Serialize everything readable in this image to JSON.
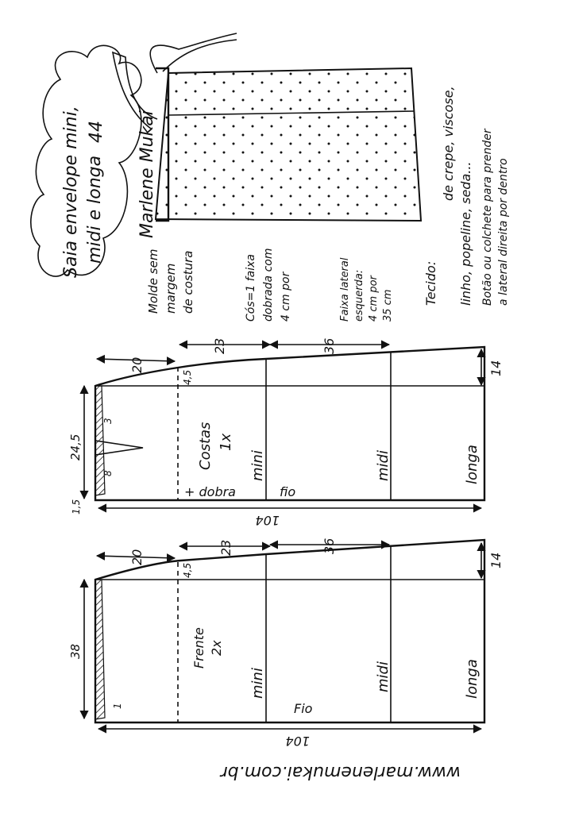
{
  "title": {
    "line1": "Saia envelope mini,",
    "line2": "midi e longa",
    "size": "44"
  },
  "signature": "Marlene Mukai",
  "notes": {
    "molde": [
      "Molde sem",
      "margem",
      "de costura"
    ],
    "cos": [
      "Cós=1 faixa",
      "dobrada com",
      "4 cm por"
    ],
    "faixa": [
      "Faixa lateral",
      "esquerda:",
      "4 cm por",
      "35 cm"
    ],
    "tecido": [
      "Tecido:",
      "de crepe, viscose,",
      "linho, popeline, seda...",
      "Botão ou colchete para prender",
      "a lateral direita por dentro"
    ]
  },
  "back_piece": {
    "dim_20": "20",
    "dim_23": "23",
    "dim_36": "36",
    "dim_14": "14",
    "dim_4_5": "4,5",
    "dim_24_5": "24,5",
    "dim_8": "8",
    "dim_3": "3",
    "dim_1_5": "1,5",
    "label": "Costas",
    "qty": "1x",
    "mini": "mini",
    "midi": "midi",
    "longa": "longa",
    "dobra": "+ dobra",
    "fio": "fio",
    "length": "104"
  },
  "front_piece": {
    "dim_20": "20",
    "dim_23": "23",
    "dim_36": "36",
    "dim_14": "14",
    "dim_4_5": "4,5",
    "dim_38": "38",
    "dim_1": "1",
    "label": "Frente",
    "qty": "2x",
    "mini": "mini",
    "midi": "midi",
    "longa": "longa",
    "fio": "Fio",
    "length": "104"
  },
  "website": "www.marlenemukai.com.br"
}
